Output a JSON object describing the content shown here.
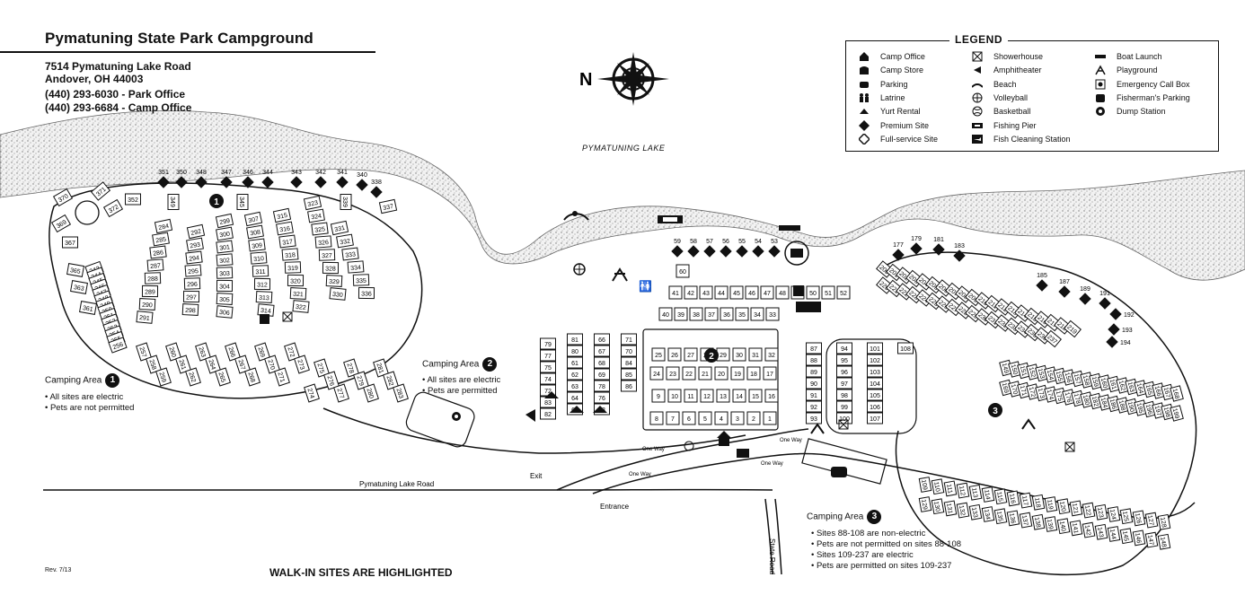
{
  "header": {
    "title": "Pymatuning State Park Campground",
    "address_line1": "7514 Pymatuning Lake Road",
    "address_line2": "Andover, OH 44003",
    "phone_park": "(440) 293-6030 - Park Office",
    "phone_camp": "(440) 293-6684 - Camp Office"
  },
  "compass": {
    "label": "N"
  },
  "lake": {
    "label": "PYMATUNING LAKE"
  },
  "legend": {
    "title": "LEGEND",
    "columns": [
      [
        {
          "icon": "camp-office-icon",
          "label": "Camp Office"
        },
        {
          "icon": "camp-store-icon",
          "label": "Camp Store"
        },
        {
          "icon": "parking-icon",
          "label": "Parking"
        },
        {
          "icon": "latrine-icon",
          "label": "Latrine"
        },
        {
          "icon": "yurt-icon",
          "label": "Yurt Rental"
        },
        {
          "icon": "premium-site-icon",
          "label": "Premium Site"
        },
        {
          "icon": "full-service-site-icon",
          "label": "Full-service Site"
        }
      ],
      [
        {
          "icon": "showerhouse-icon",
          "label": "Showerhouse"
        },
        {
          "icon": "amphitheater-icon",
          "label": "Amphitheater"
        },
        {
          "icon": "beach-icon",
          "label": "Beach"
        },
        {
          "icon": "volleyball-icon",
          "label": "Volleyball"
        },
        {
          "icon": "basketball-icon",
          "label": "Basketball"
        },
        {
          "icon": "fishing-pier-icon",
          "label": "Fishing Pier"
        },
        {
          "icon": "fish-cleaning-icon",
          "label": "Fish Cleaning Station"
        }
      ],
      [
        {
          "icon": "boat-launch-icon",
          "label": "Boat Launch"
        },
        {
          "icon": "playground-icon",
          "label": "Playground"
        },
        {
          "icon": "emergency-call-box-icon",
          "label": "Emergency Call Box"
        },
        {
          "icon": "fishermans-parking-icon",
          "label": "Fisherman's Parking"
        },
        {
          "icon": "dump-station-icon",
          "label": "Dump Station"
        }
      ]
    ]
  },
  "areas": [
    {
      "label": "Camping Area",
      "num": "1",
      "notes": [
        "• All sites are electric",
        "• Pets are not permitted"
      ]
    },
    {
      "label": "Camping Area",
      "num": "2",
      "notes": [
        "• All sites are electric",
        "• Pets are permitted"
      ]
    },
    {
      "label": "Camping Area",
      "num": "3",
      "notes": [
        "• Sites 88-108 are non-electric",
        "• Pets are not permitted on sites 88-108",
        "• Sites 109-237 are electric",
        "• Pets are permitted on sites 109-237"
      ]
    }
  ],
  "roads": {
    "lake_road": "Pymatuning Lake Road",
    "state_road": "State Road",
    "exit": "Exit",
    "entrance": "Entrance",
    "one_way": "One Way"
  },
  "sites": {
    "premium_area1": [
      "351",
      "350",
      "348",
      "347",
      "346",
      "344",
      "343",
      "342",
      "341",
      "340",
      "338"
    ],
    "premium_area2": [
      "59",
      "58",
      "57",
      "56",
      "55",
      "54",
      "53"
    ],
    "premium_area3": [
      "177",
      "179",
      "181",
      "183",
      "185",
      "187",
      "189",
      "191",
      "192",
      "193",
      "194"
    ],
    "area1_top": [
      "352",
      "349",
      "345",
      "339",
      "370",
      "371",
      "372",
      "369",
      "367",
      "365",
      "363",
      "361"
    ],
    "area1_grid": [
      "284",
      "285",
      "286",
      "287",
      "288",
      "289",
      "290",
      "291",
      "292",
      "293",
      "294",
      "295",
      "296",
      "297",
      "298",
      "299",
      "300",
      "301",
      "302",
      "303",
      "304",
      "305",
      "306",
      "307",
      "308",
      "309",
      "310",
      "311",
      "312",
      "313",
      "314",
      "315",
      "316",
      "317",
      "318",
      "319",
      "320",
      "321",
      "322",
      "323",
      "324",
      "325",
      "326",
      "327",
      "328",
      "329",
      "330",
      "331",
      "332",
      "333",
      "334",
      "335",
      "336",
      "337"
    ],
    "area1_bottom": [
      "243",
      "244",
      "245",
      "246",
      "247",
      "248",
      "249",
      "250",
      "251",
      "252",
      "253",
      "254",
      "255",
      "256",
      "257",
      "258",
      "259",
      "260",
      "261",
      "262",
      "263",
      "264",
      "265",
      "266",
      "267",
      "268",
      "269",
      "270",
      "271",
      "272",
      "273",
      "274",
      "275",
      "276",
      "277",
      "278",
      "279",
      "280",
      "281",
      "282",
      "283"
    ],
    "area2_left": [
      "79",
      "77",
      "75",
      "74",
      "72",
      "83",
      "82",
      "81",
      "80",
      "61",
      "62",
      "63",
      "64",
      "65",
      "66",
      "67",
      "68",
      "69",
      "78",
      "76",
      "73",
      "71",
      "70",
      "84",
      "85",
      "86"
    ],
    "area2_grid": [
      "1",
      "2",
      "3",
      "4",
      "5",
      "6",
      "7",
      "8",
      "9",
      "10",
      "11",
      "12",
      "13",
      "14",
      "15",
      "16",
      "17",
      "18",
      "19",
      "20",
      "21",
      "22",
      "23",
      "24",
      "25",
      "26",
      "27",
      "28",
      "29",
      "30",
      "31",
      "32",
      "33",
      "34",
      "35",
      "36",
      "37",
      "38",
      "39",
      "40",
      "41",
      "42",
      "43",
      "44",
      "45",
      "46",
      "47",
      "48",
      "49",
      "50",
      "51",
      "52",
      "60"
    ],
    "area3_left": [
      "87",
      "88",
      "89",
      "90",
      "91",
      "92",
      "93",
      "94",
      "95",
      "96",
      "97",
      "98",
      "99",
      "100",
      "101",
      "102",
      "103",
      "104",
      "105",
      "106",
      "107",
      "108"
    ],
    "area3_right": [
      "109",
      "110",
      "111",
      "112",
      "113",
      "114",
      "115",
      "116",
      "117",
      "118",
      "119",
      "120",
      "121",
      "122",
      "123",
      "124",
      "125",
      "126",
      "127",
      "128",
      "129",
      "130",
      "131",
      "132",
      "133",
      "134",
      "135",
      "136",
      "137",
      "138",
      "139",
      "140",
      "141",
      "142",
      "143",
      "144",
      "145",
      "146",
      "147",
      "148",
      "149",
      "150",
      "151",
      "152",
      "153",
      "154",
      "155",
      "156",
      "157",
      "158",
      "159",
      "160",
      "161",
      "162",
      "163",
      "164",
      "165",
      "166",
      "167",
      "168",
      "169",
      "170",
      "171",
      "172",
      "173",
      "174",
      "175",
      "176",
      "178",
      "180",
      "182",
      "184",
      "186",
      "188",
      "190",
      "195",
      "196",
      "197",
      "198",
      "199",
      "200",
      "201",
      "202",
      "203",
      "204",
      "205",
      "206",
      "207",
      "208",
      "209",
      "210",
      "211",
      "212",
      "213",
      "214",
      "215",
      "216",
      "217",
      "218",
      "219",
      "220",
      "221",
      "222",
      "223",
      "224",
      "225",
      "226",
      "227",
      "228",
      "229",
      "230",
      "231",
      "232",
      "233",
      "234",
      "235",
      "236",
      "237"
    ]
  },
  "footer": {
    "note": "WALK-IN SITES ARE HIGHLIGHTED",
    "rev": "Rev. 7/13"
  }
}
